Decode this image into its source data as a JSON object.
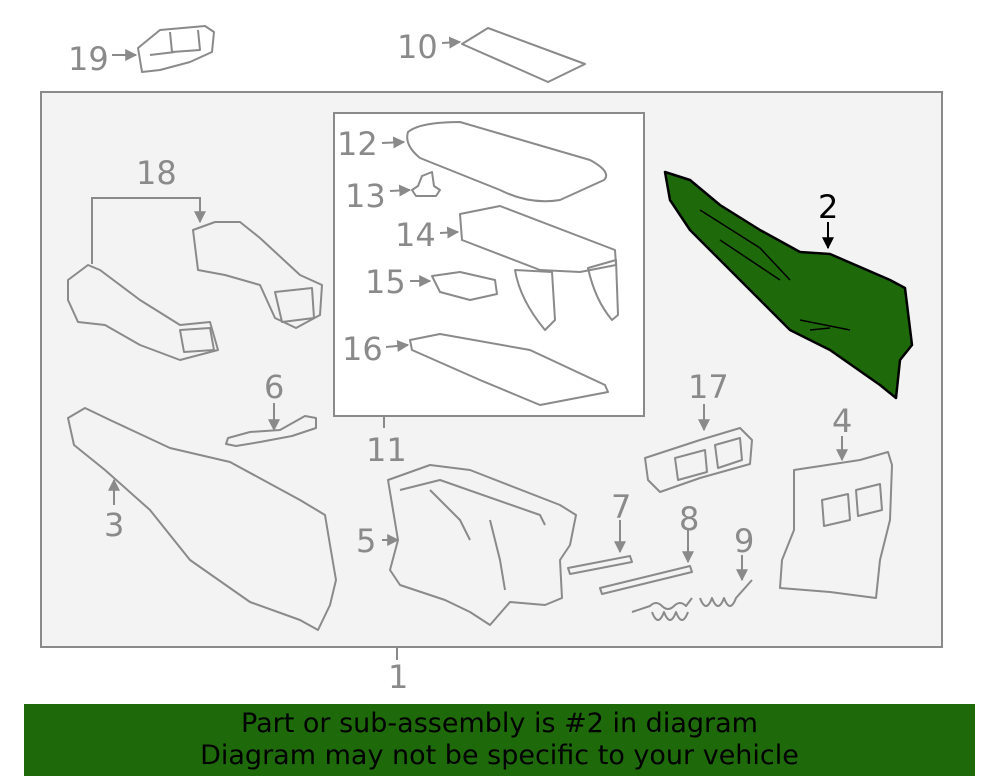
{
  "colors": {
    "line": "#8a8a8a",
    "panel_fill": "#f3f3f3",
    "highlight_fill": "#1e6a0b",
    "highlight_stroke": "#000000",
    "footer_bg": "#1e6a0b"
  },
  "callouts": {
    "c1": "1",
    "c2": "2",
    "c3": "3",
    "c4": "4",
    "c5": "5",
    "c6": "6",
    "c7": "7",
    "c8": "8",
    "c9": "9",
    "c10": "10",
    "c11": "11",
    "c12": "12",
    "c13": "13",
    "c14": "14",
    "c15": "15",
    "c16": "16",
    "c17": "17",
    "c18": "18",
    "c19": "19"
  },
  "highlighted_part": "2",
  "footer": {
    "line1": "Part or sub-assembly is #2 in diagram",
    "line2": "Diagram may not be specific to your vehicle"
  }
}
